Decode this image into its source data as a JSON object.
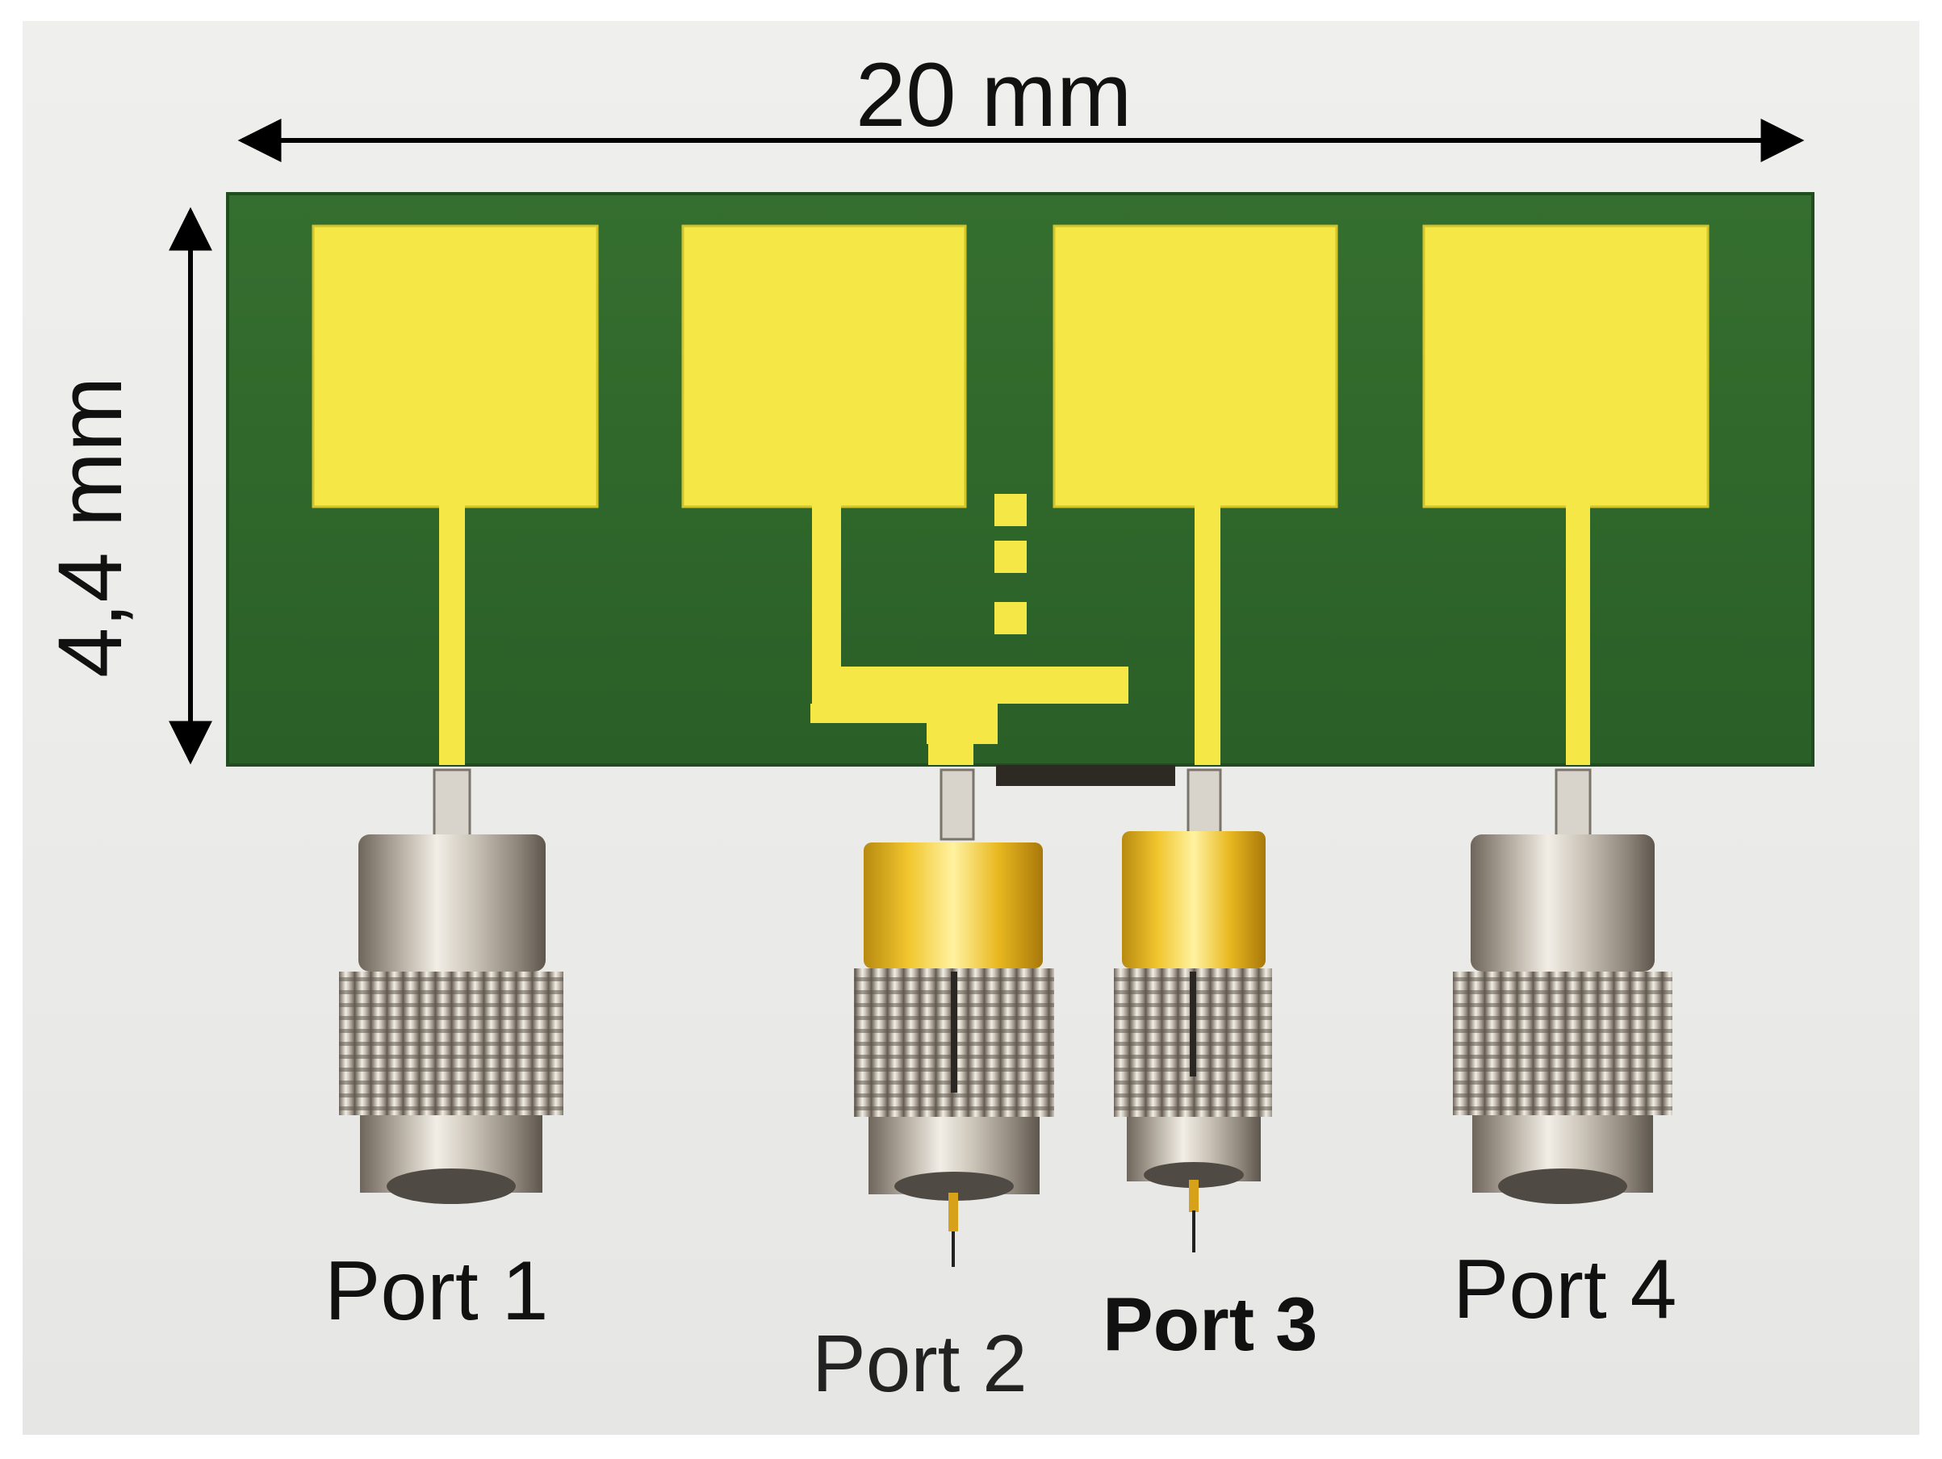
{
  "figure": {
    "type": "photograph",
    "subject": "antenna-array-pcb-with-connectors",
    "colors": {
      "background": "#ebebe9",
      "substrate": "#2f6b2b",
      "gold": "#f2e640",
      "metal": "#b9b2a6",
      "text": "#111111"
    }
  },
  "dimensions": {
    "width_label": "20 mm",
    "height_label": "4,4 mm"
  },
  "ports": [
    {
      "label": "Port 1"
    },
    {
      "label": "Port 2"
    },
    {
      "label": "Port 3"
    },
    {
      "label": "Port 4"
    }
  ]
}
